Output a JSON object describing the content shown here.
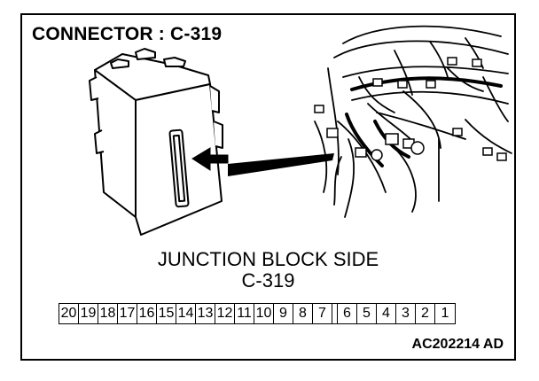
{
  "title": "CONNECTOR : C-319",
  "caption_line1": "JUNCTION BLOCK SIDE",
  "caption_line2": "C-319",
  "figure_code": "AC202214 AD",
  "pins_left": [
    "20",
    "19",
    "18",
    "17",
    "16",
    "15",
    "14",
    "13",
    "12",
    "11",
    "10",
    "9",
    "8",
    "7"
  ],
  "pins_right": [
    "6",
    "5",
    "4",
    "3",
    "2",
    "1"
  ]
}
